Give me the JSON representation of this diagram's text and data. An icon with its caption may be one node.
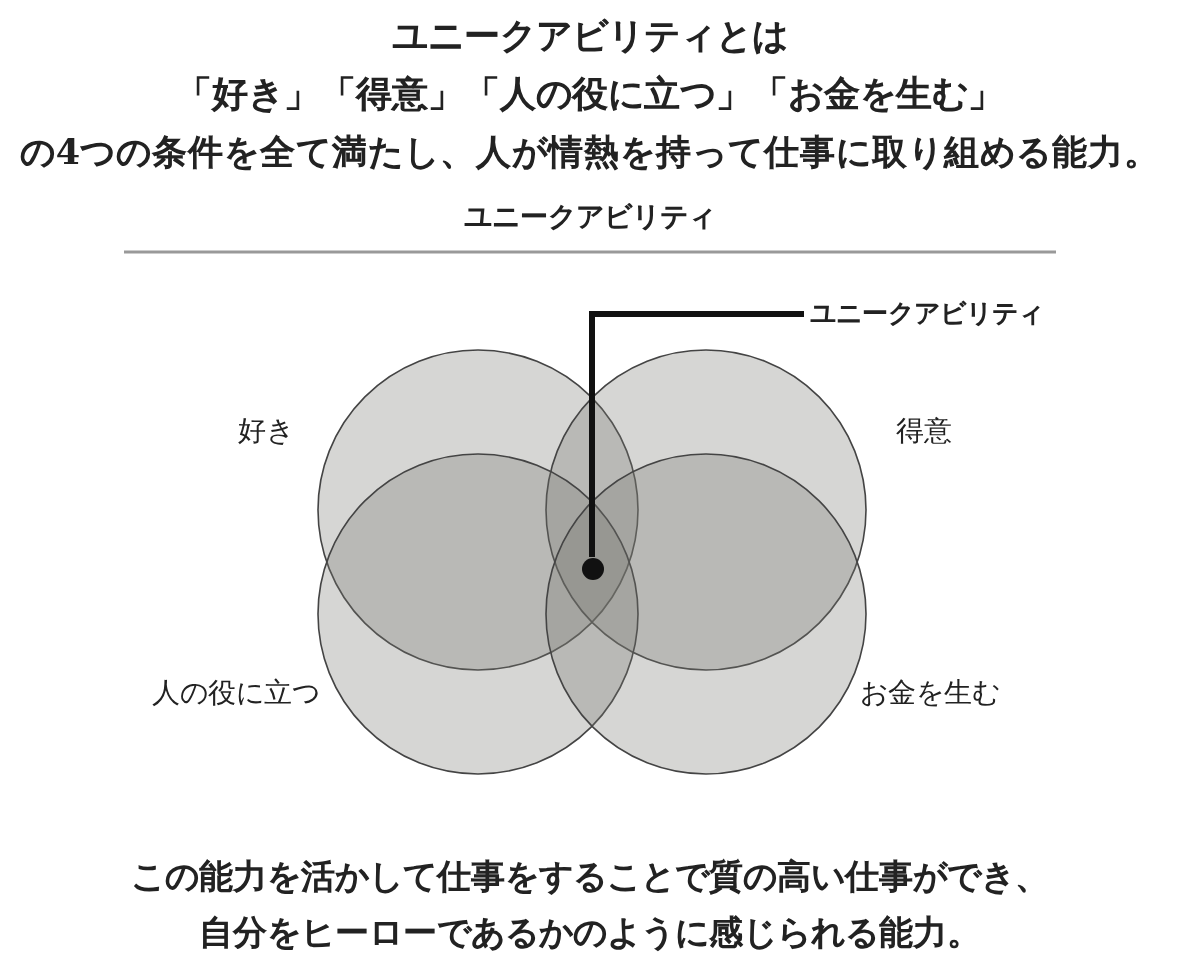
{
  "diagram": {
    "title": "ユニークアビリティとは",
    "nodes": [
      {
        "text": [
          "好き"
        ]
      },
      {
        "text": [
          "得意"
        ]
      },
      {
        "text": [
          "人の役に立つ"
        ]
      },
      {
        "text": [
          "お金を生む"
        ]
      },
      {
        "text": [
          "ユニークアビリティ"
        ]
      },
      {
        "text": [],
        "shape": "circle"
      }
    ],
    "edges": [
      {
        "from": 4,
        "to": 5,
        "arrow": "none"
      }
    ],
    "labels": [
      "「好き」「得意」「人の役に立つ」「お金を生む」",
      "の4つの条件を全て満たし、人が情熱を持って仕事に取り組める能力。",
      "ユニークアビリティ"
    ],
    "caption": "この能力を活かして仕事をすることで質の高い仕事ができ、自分をヒーローであるかのように感じられる能力。"
  }
}
